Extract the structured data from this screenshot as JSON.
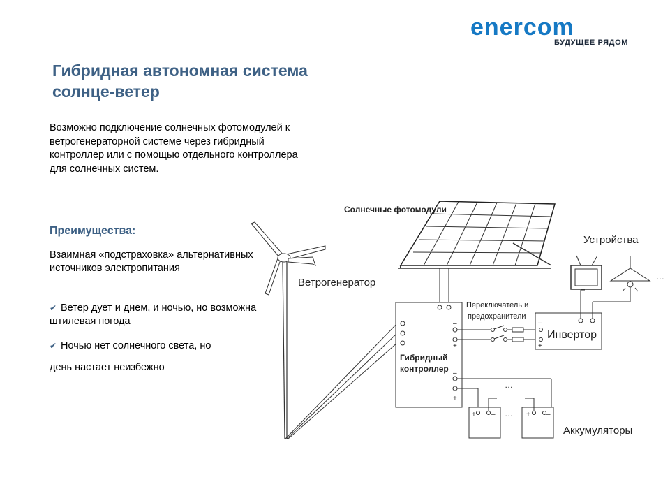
{
  "logo": {
    "brand": "enercom",
    "tagline": "БУДУЩЕЕ РЯДОМ"
  },
  "slide": {
    "title_line1": "Гибридная автономная система",
    "title_line2": "солнце-ветер",
    "intro": "Возможно подключение солнечных фотомодулей к ветрогенераторной системе через гибридный контроллер или с помощью отдельного контроллера для солнечных систем.",
    "advantages_heading": "Преимущества:",
    "advantages_text": "Взаимная «подстраховка» альтернативных источников электропитания",
    "bullets": [
      "Ветер дует и днем, и ночью, но возможна штилевая погода",
      "Ночью нет солнечного света, но"
    ],
    "tail": "день настает неизбежно"
  },
  "diagram": {
    "solar_panels": "Солнечные фотомодули",
    "devices": "Устройства",
    "wind_generator": "Ветрогенератор",
    "switch_line1": "Переключатель и",
    "switch_line2": "предохранители",
    "controller_line1": "Гибридный",
    "controller_line2": "контроллер",
    "inverter": "Инвертор",
    "batteries": "Аккумуляторы",
    "ellipsis": "…",
    "minus": "–",
    "plus": "+"
  },
  "colors": {
    "title": "#3e6185",
    "logo": "#1679c4"
  }
}
